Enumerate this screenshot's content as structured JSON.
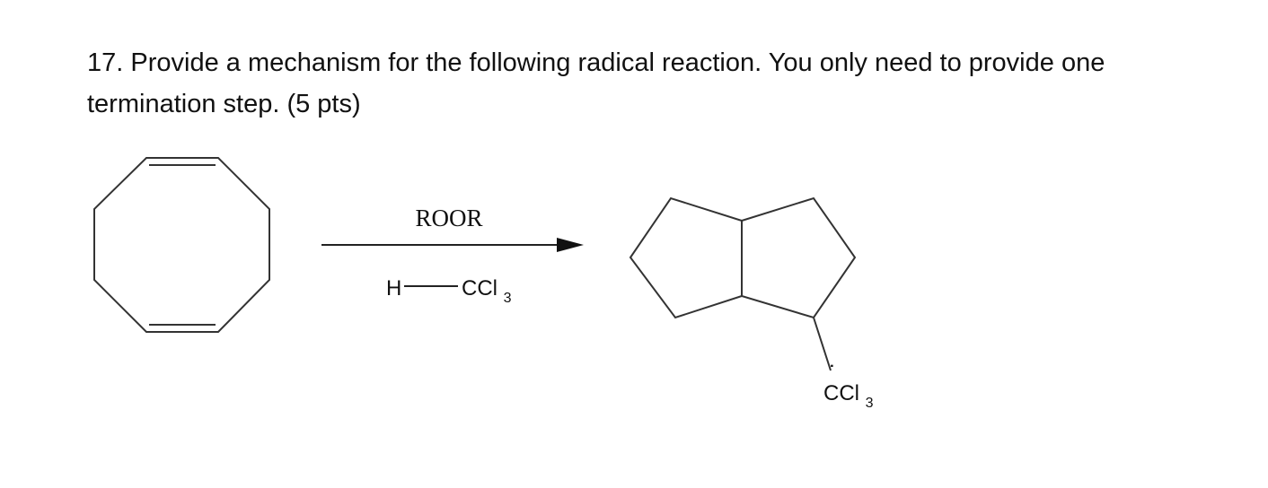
{
  "question": {
    "number": "17.",
    "line1": "Provide a mechanism for the following radical reaction.  You only need to provide one",
    "line2": "termination step.  (5 pts)"
  },
  "reaction": {
    "reactant": "cyclooctadiene",
    "reagent_above": "ROOR",
    "reagent_below_h": "H",
    "reagent_below_group": "CCl",
    "reagent_below_subscript": "3",
    "product": "bicyclo[3.3.0]octane",
    "product_substituent": "CCl",
    "product_substituent_subscript": "3",
    "product_radical_dot": "˙"
  }
}
